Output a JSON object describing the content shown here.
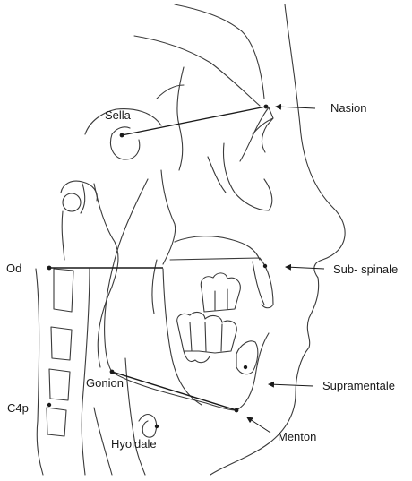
{
  "landmarks": {
    "sella": "Sella",
    "nasion": "Nasion",
    "od": "Od",
    "sub_spinale": "Sub- spinale",
    "gonion": "Gonion",
    "supramentale": "Supramentale",
    "c4p": "C4p",
    "hyoidale": "Hyoidale",
    "menton": "Menton"
  },
  "colors": {
    "ink": "#1a1a1a",
    "trace": "#3a3a3a",
    "background": "#ffffff"
  }
}
